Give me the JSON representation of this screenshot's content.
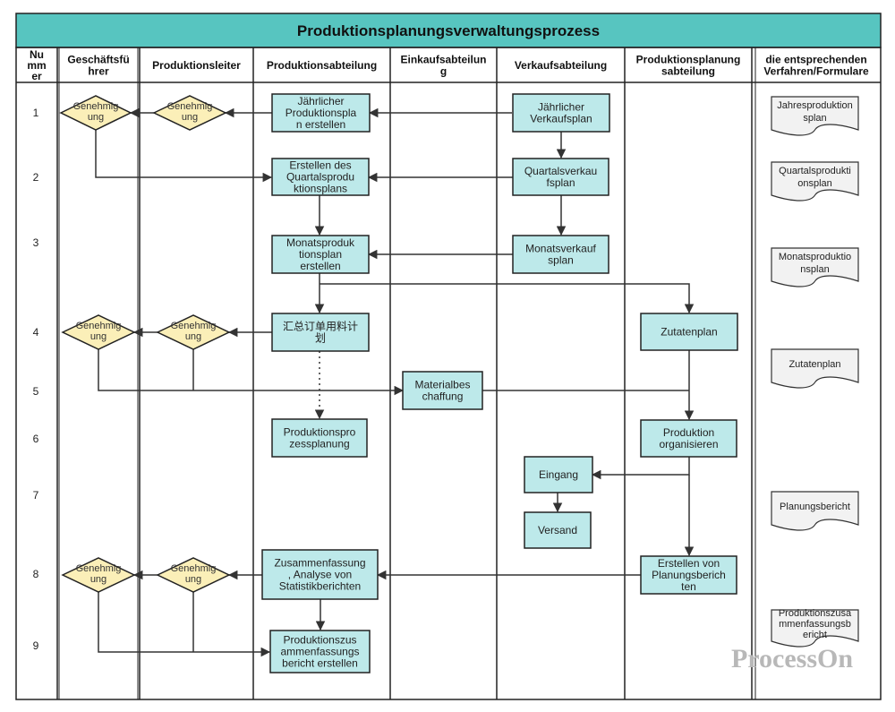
{
  "title": "Produktionsplanungsverwaltungsprozess",
  "columns": [
    {
      "id": "num",
      "lines": [
        "Nu",
        "mm",
        "er"
      ]
    },
    {
      "id": "gf",
      "lines": [
        "Geschäftsfü",
        "hrer"
      ]
    },
    {
      "id": "pl",
      "lines": [
        "Produktionsleiter"
      ]
    },
    {
      "id": "pa",
      "lines": [
        "Produktionsabteilung"
      ]
    },
    {
      "id": "ea",
      "lines": [
        "Einkaufsabteilun",
        "g"
      ]
    },
    {
      "id": "va",
      "lines": [
        "Verkaufsabteilung"
      ]
    },
    {
      "id": "ppa",
      "lines": [
        "Produktionsplanung",
        "sabteilung"
      ]
    },
    {
      "id": "vf",
      "lines": [
        "die entsprechenden",
        "Verfahren/Formulare"
      ]
    }
  ],
  "row_numbers": [
    "1",
    "2",
    "3",
    "4",
    "5",
    "6",
    "7",
    "8",
    "9"
  ],
  "process_boxes": [
    {
      "id": "p1",
      "lines": [
        "Jährlicher",
        "Produktionspla",
        "n erstellen"
      ]
    },
    {
      "id": "p2",
      "lines": [
        "Erstellen des",
        "Quartalsprodu",
        "ktionsplans"
      ]
    },
    {
      "id": "p3",
      "lines": [
        "Monatsproduk",
        "tionsplan",
        "erstellen"
      ]
    },
    {
      "id": "p4",
      "lines": [
        "汇总订单用料计",
        "划"
      ]
    },
    {
      "id": "p6",
      "lines": [
        "Produktionspro",
        "zessplanung"
      ]
    },
    {
      "id": "p8",
      "lines": [
        "Zusammenfassung",
        ", Analyse von",
        "Statistikberichten"
      ]
    },
    {
      "id": "p9",
      "lines": [
        "Produktionszus",
        "ammenfassungs",
        "bericht erstellen"
      ]
    },
    {
      "id": "v1",
      "lines": [
        "Jährlicher",
        "Verkaufsplan"
      ]
    },
    {
      "id": "v2",
      "lines": [
        "Quartalsverkau",
        "fsplan"
      ]
    },
    {
      "id": "v3",
      "lines": [
        "Monatsverkauf",
        "splan"
      ]
    },
    {
      "id": "e5",
      "lines": [
        "Materialbes",
        "chaffung"
      ]
    },
    {
      "id": "z4",
      "lines": [
        "Zutatenplan"
      ]
    },
    {
      "id": "z6",
      "lines": [
        "Produktion",
        "organisieren"
      ]
    },
    {
      "id": "z8",
      "lines": [
        "Erstellen von",
        "Planungsberich",
        "ten"
      ]
    },
    {
      "id": "eing",
      "lines": [
        "Eingang"
      ]
    },
    {
      "id": "vers",
      "lines": [
        "Versand"
      ]
    }
  ],
  "decisions": [
    {
      "id": "d1g",
      "lines": [
        "Genehmig",
        "ung"
      ]
    },
    {
      "id": "d1p",
      "lines": [
        "Genehmig",
        "ung"
      ]
    },
    {
      "id": "d4g",
      "lines": [
        "Genehmig",
        "ung"
      ]
    },
    {
      "id": "d4p",
      "lines": [
        "Genehmig",
        "ung"
      ]
    },
    {
      "id": "d8g",
      "lines": [
        "Genehmig",
        "ung"
      ]
    },
    {
      "id": "d8p",
      "lines": [
        "Genehmig",
        "ung"
      ]
    }
  ],
  "documents": [
    {
      "id": "doc1",
      "lines": [
        "Jahresproduktion",
        "splan"
      ]
    },
    {
      "id": "doc2",
      "lines": [
        "Quartalsprodukti",
        "onsplan"
      ]
    },
    {
      "id": "doc3",
      "lines": [
        "Monatsproduktio",
        "nsplan"
      ]
    },
    {
      "id": "doc4",
      "lines": [
        "Zutatenplan"
      ]
    },
    {
      "id": "doc7",
      "lines": [
        "Planungsbericht"
      ]
    },
    {
      "id": "doc9",
      "lines": [
        "Produktionszusa",
        "mmenfassungsb",
        "ericht"
      ]
    }
  ],
  "watermark": "ProcessOn",
  "colors": {
    "header_bg": "#57c5c0",
    "box_fill": "#bde9ea",
    "diamond_fill": "#fbefb8",
    "doc_fill": "#f2f2f2",
    "line": "#333333"
  }
}
